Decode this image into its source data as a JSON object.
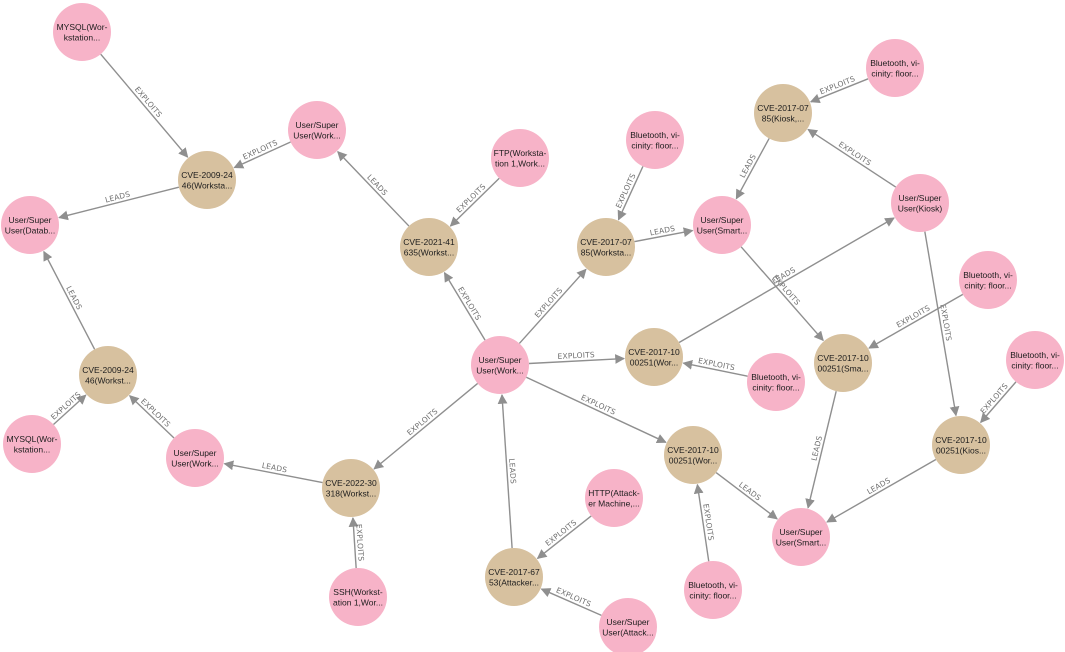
{
  "colors": {
    "vulnerability_node": "#d7c19f",
    "user_node": "#f7b3c8",
    "service_node": "#f7b3c8",
    "edge": "#8f8f8f",
    "background": "#ffffff"
  },
  "nodes": [
    {
      "id": "n1",
      "kind": "service",
      "lines": [
        "MYSQL(Wor-",
        "kstation..."
      ]
    },
    {
      "id": "n2",
      "kind": "vulnerability",
      "lines": [
        "CVE-2009-24",
        "46(Worksta..."
      ]
    },
    {
      "id": "n3",
      "kind": "user",
      "lines": [
        "User/Super",
        "User(Datab..."
      ]
    },
    {
      "id": "n4",
      "kind": "user",
      "lines": [
        "User/Super",
        "User(Work..."
      ]
    },
    {
      "id": "n5",
      "kind": "service",
      "lines": [
        "FTP(Worksta-",
        "tion 1,Work..."
      ]
    },
    {
      "id": "n6",
      "kind": "vulnerability",
      "lines": [
        "CVE-2021-41",
        "635(Workst..."
      ]
    },
    {
      "id": "n7",
      "kind": "service",
      "lines": [
        "Bluetooth, vi-",
        "cinity: floor..."
      ]
    },
    {
      "id": "n8",
      "kind": "vulnerability",
      "lines": [
        "CVE-2017-07",
        "85(Worksta..."
      ]
    },
    {
      "id": "n9",
      "kind": "vulnerability",
      "lines": [
        "CVE-2017-07",
        "85(Kiosk,..."
      ]
    },
    {
      "id": "n10",
      "kind": "service",
      "lines": [
        "Bluetooth, vi-",
        "cinity: floor..."
      ]
    },
    {
      "id": "n11",
      "kind": "user",
      "lines": [
        "User/Super",
        "User(Smart..."
      ]
    },
    {
      "id": "n12",
      "kind": "user",
      "lines": [
        "User/Super",
        "User(Kiosk)"
      ]
    },
    {
      "id": "n13",
      "kind": "vulnerability",
      "lines": [
        "CVE-2009-24",
        "46(Workst..."
      ]
    },
    {
      "id": "n14",
      "kind": "service",
      "lines": [
        "MYSQL(Wor-",
        "kstation..."
      ]
    },
    {
      "id": "n15",
      "kind": "user",
      "lines": [
        "User/Super",
        "User(Work..."
      ]
    },
    {
      "id": "n16",
      "kind": "user",
      "lines": [
        "User/Super",
        "User(Work..."
      ]
    },
    {
      "id": "n17",
      "kind": "vulnerability",
      "lines": [
        "CVE-2017-10",
        "00251(Wor..."
      ]
    },
    {
      "id": "n18",
      "kind": "service",
      "lines": [
        "Bluetooth, vi-",
        "cinity: floor..."
      ]
    },
    {
      "id": "n19",
      "kind": "vulnerability",
      "lines": [
        "CVE-2017-10",
        "00251(Sma..."
      ]
    },
    {
      "id": "n20",
      "kind": "service",
      "lines": [
        "Bluetooth, vi-",
        "cinity: floor..."
      ]
    },
    {
      "id": "n21",
      "kind": "service",
      "lines": [
        "Bluetooth, vi-",
        "cinity: floor..."
      ]
    },
    {
      "id": "n22",
      "kind": "vulnerability",
      "lines": [
        "CVE-2022-30",
        "318(Workst..."
      ]
    },
    {
      "id": "n23",
      "kind": "service",
      "lines": [
        "SSH(Workst-",
        "ation 1,Wor..."
      ]
    },
    {
      "id": "n24",
      "kind": "vulnerability",
      "lines": [
        "CVE-2017-10",
        "00251(Wor..."
      ]
    },
    {
      "id": "n25",
      "kind": "vulnerability",
      "lines": [
        "CVE-2017-10",
        "00251(Kios..."
      ]
    },
    {
      "id": "n26",
      "kind": "service",
      "lines": [
        "HTTP(Attack-",
        "er Machine,..."
      ]
    },
    {
      "id": "n27",
      "kind": "vulnerability",
      "lines": [
        "CVE-2017-67",
        "53(Attacker..."
      ]
    },
    {
      "id": "n28",
      "kind": "user",
      "lines": [
        "User/Super",
        "User(Attack..."
      ]
    },
    {
      "id": "n29",
      "kind": "service",
      "lines": [
        "Bluetooth, vi-",
        "cinity: floor..."
      ]
    },
    {
      "id": "n30",
      "kind": "user",
      "lines": [
        "User/Super",
        "User(Smart..."
      ]
    }
  ],
  "edges": [
    {
      "from": "n1",
      "to": "n2",
      "label": "EXPLOITS"
    },
    {
      "from": "n4",
      "to": "n2",
      "label": "EXPLOITS"
    },
    {
      "from": "n2",
      "to": "n3",
      "label": "LEADS"
    },
    {
      "from": "n6",
      "to": "n4",
      "label": "LEADS"
    },
    {
      "from": "n5",
      "to": "n6",
      "label": "EXPLOITS"
    },
    {
      "from": "n16",
      "to": "n6",
      "label": "EXPLOITS"
    },
    {
      "from": "n7",
      "to": "n8",
      "label": "EXPLOITS"
    },
    {
      "from": "n16",
      "to": "n8",
      "label": "EXPLOITS"
    },
    {
      "from": "n8",
      "to": "n11",
      "label": "LEADS"
    },
    {
      "from": "n10",
      "to": "n9",
      "label": "EXPLOITS"
    },
    {
      "from": "n12",
      "to": "n9",
      "label": "EXPLOITS"
    },
    {
      "from": "n9",
      "to": "n11",
      "label": "LEADS"
    },
    {
      "from": "n11",
      "to": "n19",
      "label": "EXPLOITS"
    },
    {
      "from": "n12",
      "to": "n25",
      "label": "EXPLOITS"
    },
    {
      "from": "n17",
      "to": "n12",
      "label": "LEADS"
    },
    {
      "from": "n16",
      "to": "n17",
      "label": "EXPLOITS"
    },
    {
      "from": "n18",
      "to": "n17",
      "label": "EXPLOITS"
    },
    {
      "from": "n20",
      "to": "n19",
      "label": "EXPLOITS"
    },
    {
      "from": "n19",
      "to": "n30",
      "label": "LEADS"
    },
    {
      "from": "n21",
      "to": "n25",
      "label": "EXPLOITS"
    },
    {
      "from": "n25",
      "to": "n30",
      "label": "LEADS"
    },
    {
      "from": "n16",
      "to": "n24",
      "label": "EXPLOITS"
    },
    {
      "from": "n29",
      "to": "n24",
      "label": "EXPLOITS"
    },
    {
      "from": "n24",
      "to": "n30",
      "label": "LEADS"
    },
    {
      "from": "n15",
      "to": "n13",
      "label": "EXPLOITS"
    },
    {
      "from": "n14",
      "to": "n13",
      "label": "EXPLOITS"
    },
    {
      "from": "n13",
      "to": "n3",
      "label": "LEADS"
    },
    {
      "from": "n16",
      "to": "n22",
      "label": "EXPLOITS"
    },
    {
      "from": "n22",
      "to": "n15",
      "label": "LEADS"
    },
    {
      "from": "n23",
      "to": "n22",
      "label": "EXPLOITS"
    },
    {
      "from": "n26",
      "to": "n27",
      "label": "EXPLOITS"
    },
    {
      "from": "n28",
      "to": "n27",
      "label": "EXPLOITS"
    },
    {
      "from": "n27",
      "to": "n16",
      "label": "LEADS"
    }
  ]
}
